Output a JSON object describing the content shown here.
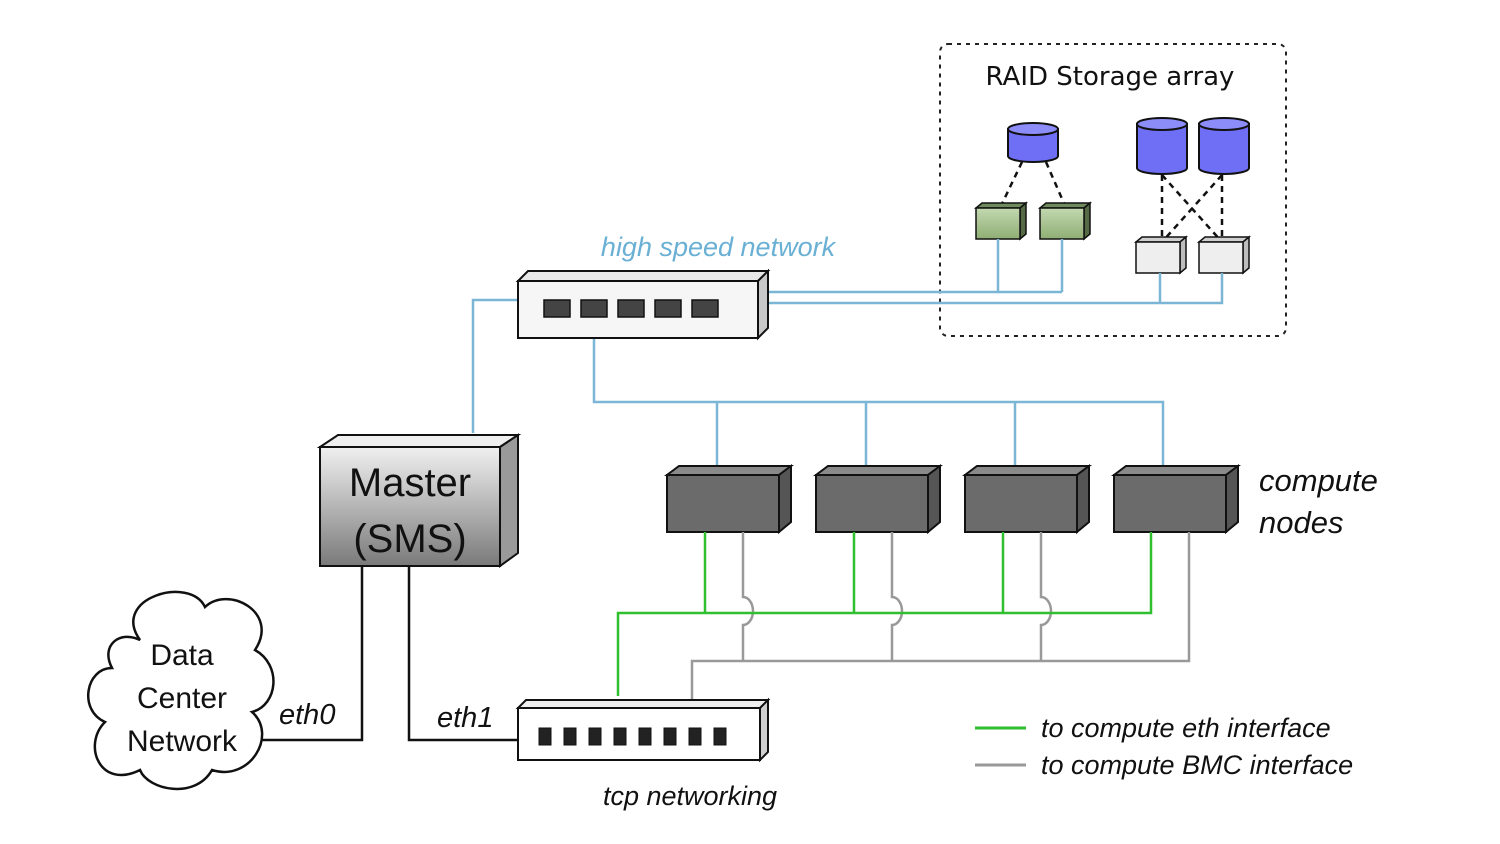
{
  "labels": {
    "storage_title": "RAID Storage array",
    "high_speed_network": "high speed network",
    "master_line1": "Master",
    "master_line2": "(SMS)",
    "compute_nodes_line1": "compute",
    "compute_nodes_line2": "nodes",
    "data_center_line1": "Data",
    "data_center_line2": "Center",
    "data_center_line3": "Network",
    "eth0": "eth0",
    "eth1": "eth1",
    "tcp_networking": "tcp networking"
  },
  "legend": {
    "items": [
      {
        "label": "to compute eth interface",
        "color": "#2fbf2f"
      },
      {
        "label": "to compute BMC interface",
        "color": "#999999"
      }
    ]
  },
  "colors": {
    "high_speed_link": "#7bb6d6",
    "high_speed_label": "#6ab0d4",
    "eth_link": "#2fbf2f",
    "bmc_link": "#999999",
    "disk": "#6f6ff5",
    "controller_green": "#9fbf84",
    "compute_node": "#6b6b6b"
  }
}
